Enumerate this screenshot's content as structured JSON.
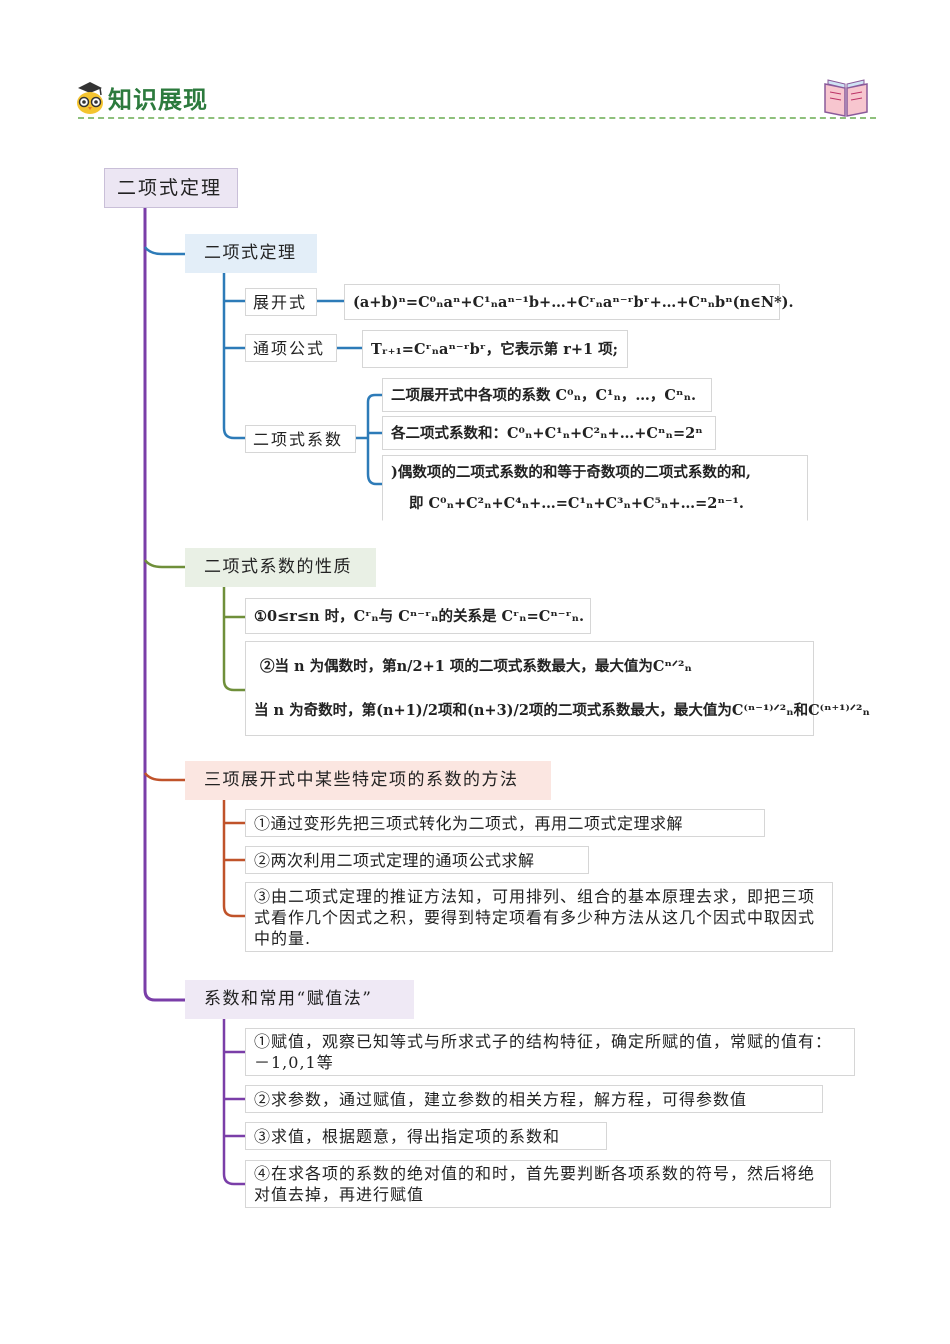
{
  "header": {
    "title": "知识展现"
  },
  "root": {
    "label": "二项式定理"
  },
  "sections": [
    {
      "label": "二项式定理",
      "children": [
        {
          "label": "展开式",
          "leaves": [
            "(a+b)ⁿ=C⁰ₙaⁿ+C¹ₙaⁿ⁻¹b+…+Cʳₙaⁿ⁻ʳbʳ+…+Cⁿₙbⁿ(n∈N*)."
          ]
        },
        {
          "label": "通项公式",
          "leaves": [
            "Tᵣ₊₁=Cʳₙaⁿ⁻ʳbʳ，它表示第 r+1 项;"
          ]
        },
        {
          "label": "二项式系数",
          "leaves": [
            "二项展开式中各项的系数 C⁰ₙ，C¹ₙ，…，Cⁿₙ.",
            "各二项式系数和：C⁰ₙ+C¹ₙ+C²ₙ+…+Cⁿₙ=2ⁿ",
            ")偶数项的二项式系数的和等于奇数项的二项式系数的和,",
            "即 C⁰ₙ+C²ₙ+C⁴ₙ+…=C¹ₙ+C³ₙ+C⁵ₙ+…=2ⁿ⁻¹."
          ]
        }
      ]
    },
    {
      "label": "二项式系数的性质",
      "leaves": [
        "①0≤r≤n 时，Cʳₙ与 Cⁿ⁻ʳₙ的关系是 Cʳₙ=Cⁿ⁻ʳₙ.",
        "②当 n 为偶数时，第n/2+1 项的二项式系数最大，最大值为Cⁿᐟ²ₙ",
        "当 n 为奇数时，第(n+1)/2项和(n+3)/2项的二项式系数最大，最大值为C⁽ⁿ⁻¹⁾ᐟ²ₙ和C⁽ⁿ⁺¹⁾ᐟ²ₙ"
      ]
    },
    {
      "label": "三项展开式中某些特定项的系数的方法",
      "leaves": [
        "①通过变形先把三项式转化为二项式，再用二项式定理求解",
        "②两次利用二项式定理的通项公式求解",
        "③由二项式定理的推证方法知，可用排列、组合的基本原理去求，即把三项式看作几个因式之积，要得到特定项看有多少种方法从这几个因式中取因式中的量."
      ]
    },
    {
      "label": "系数和常用“赋值法”",
      "leaves": [
        "①赋值，观察已知等式与所求式子的结构特征，确定所赋的值，常赋的值有：－1,0,1等",
        "②求参数，通过赋值，建立参数的相关方程，解方程，可得参数值",
        "③求值，根据题意，得出指定项的系数和",
        "④在求各项的系数的绝对值的和时，首先要判断各项系数的符号，然后将绝对值去掉，再进行赋值"
      ]
    }
  ],
  "colors": {
    "purple": "#7a3ea8",
    "blue": "#2d7bb8",
    "green": "#6f8f3a",
    "orange": "#c0532a",
    "header_green": "#2c7a3d"
  },
  "icons": [
    "owl-scholar-icon",
    "open-book-icon"
  ]
}
